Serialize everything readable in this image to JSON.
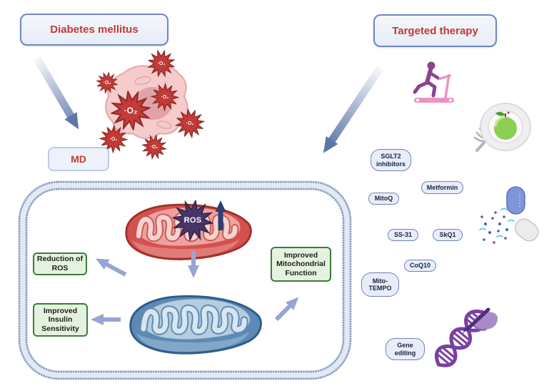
{
  "boxes": {
    "diabetes": "Diabetes mellitus",
    "md": "MD",
    "targeted_therapy": "Targeted therapy"
  },
  "cell_diagram": {
    "ros_label": "ROS",
    "superoxide_label": "·O₂"
  },
  "outcomes": [
    "Reduction of ROS",
    "Improved Insulin Sensitivity",
    "Improved Mitochondrial Function"
  ],
  "therapies": [
    "SGLT2 inhibitors",
    "Metformin",
    "MitoQ",
    "SS-31",
    "SkQ1",
    "CoQ10",
    "Mito-TEMPO",
    "Gene editing"
  ],
  "icons": {
    "exercise": "treadmill-runner-icon",
    "diet": "plate-with-apple-icon",
    "drugs": "open-capsule-icon",
    "gene_editing": "dna-editing-icon",
    "damaged_cell": "cell-with-ros-icon",
    "dysfunctional_mitochondrion": "red-mitochondrion",
    "healthy_mitochondrion": "blue-mitochondrion",
    "cell_membrane": "phospholipid-bilayer"
  },
  "colors": {
    "accent_red": "#c23a32",
    "box_border_blue": "#7187c1",
    "pill_border": "#6d82b8",
    "green_fill": "#e4f3de",
    "green_border": "#3c7a3f",
    "membrane_dots": "#8ba2c6",
    "arrow_periwinkle": "#97a5d3",
    "arrow_navy": "#2c3f70",
    "ros_star_indigo": "#463768",
    "superoxide_red": "#c33b37",
    "mito_red": "#d5514d",
    "mito_blue": "#5d8ab4"
  }
}
